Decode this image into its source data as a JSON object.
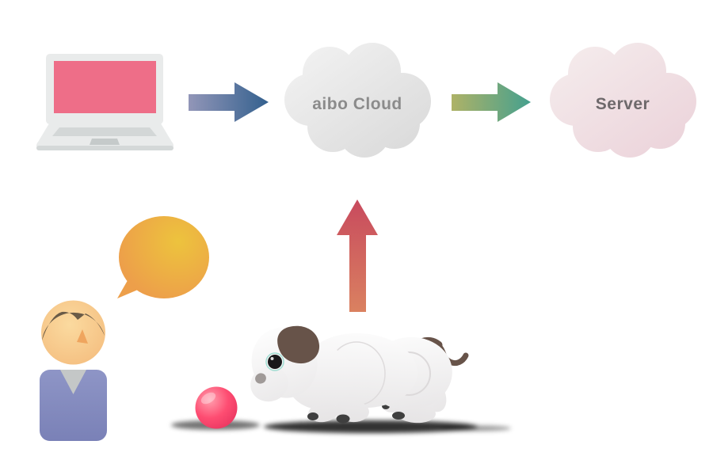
{
  "diagram": {
    "nodes": {
      "laptop": {
        "name": "owner-laptop"
      },
      "aibo_cloud": {
        "label": "aibo Cloud"
      },
      "server_cloud": {
        "label": "Server"
      },
      "owner": {
        "name": "owner-person"
      },
      "speech_bubble": {
        "name": "speech-bubble"
      },
      "ball": {
        "name": "pink-ball"
      },
      "aibo": {
        "name": "aibo-robot-dog"
      }
    },
    "edges": [
      {
        "from": "laptop",
        "to": "aibo_cloud",
        "direction": "right"
      },
      {
        "from": "aibo_cloud",
        "to": "server_cloud",
        "direction": "right"
      },
      {
        "from": "aibo",
        "to": "aibo_cloud",
        "direction": "up"
      }
    ],
    "colors": {
      "canvas_bg": "#ffffff",
      "laptop_body": "#e9ebeb",
      "laptop_body_dark": "#d4d8d8",
      "laptop_screen": "#ee6e88",
      "laptop_keyboard": "#d3d7d7",
      "laptop_trackpad": "#c5caca",
      "arrow_laptop_cloud_start": "#9296b8",
      "arrow_laptop_cloud_end": "#33608e",
      "arrow_cloud_server_start": "#aeb267",
      "arrow_cloud_server_end": "#45a08e",
      "arrow_aibo_cloud_top": "#c84a5e",
      "arrow_aibo_cloud_bottom": "#da8160",
      "cloud_gray_light": "#f0f0f0",
      "cloud_gray_dark": "#dbdbdb",
      "cloud_gray_text": "#8b8b8b",
      "cloud_pink_light": "#f4eaeb",
      "cloud_pink_dark": "#ecd4db",
      "cloud_pink_text": "#6e696b",
      "bubble_center": "#edc33d",
      "bubble_edge": "#ed9f4a",
      "skin_light": "#fbda9f",
      "skin_dark": "#f5c183",
      "hair": "#6a5b47",
      "nose": "#efa55e",
      "shirt_light": "#8e95c6",
      "shirt_dark": "#7a81b7",
      "collar": "#c4c7c7",
      "ball_highlight": "#ff9fae",
      "ball_main": "#fe4d72",
      "ball_edge": "#e93560",
      "dog_white": "#fefefe",
      "dog_shade": "#e4e2e3",
      "dog_brown": "#675349",
      "dog_toe": "#3f3f3f",
      "dog_nose": "#a09a98",
      "eye_black": "#18181a",
      "eye_ring": "#8fd8cb"
    }
  }
}
